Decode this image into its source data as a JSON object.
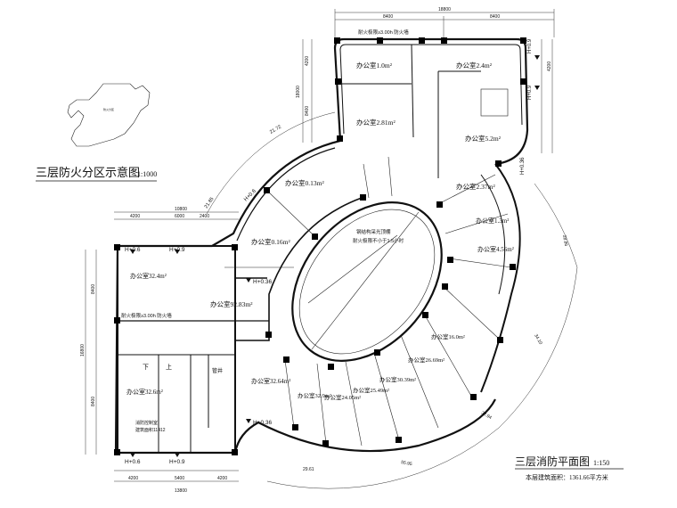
{
  "titles": {
    "key_plan_title": "三层防火分区示意图",
    "key_plan_scale": "1:1000",
    "main_title": "三层消防平面图",
    "main_scale": "1:150",
    "area_note": "本层建筑面积：1361.66平方米"
  },
  "rooms": [
    {
      "id": "r1",
      "label": "办公室1.0m²"
    },
    {
      "id": "r2",
      "label": "办公室2.4m²"
    },
    {
      "id": "r3",
      "label": "办公室2.81m²"
    },
    {
      "id": "r4",
      "label": "办公室5.2m²"
    },
    {
      "id": "r5",
      "label": "办公室0.13m²"
    },
    {
      "id": "r6",
      "label": "办公室2.37m²"
    },
    {
      "id": "r7",
      "label": "办公室0.16m²"
    },
    {
      "id": "r8",
      "label": "办公室1.3m²"
    },
    {
      "id": "r9",
      "label": "办公室4.56m²"
    },
    {
      "id": "r10",
      "label": "办公室32.4m²"
    },
    {
      "id": "r11",
      "label": "办公室92.83m²"
    },
    {
      "id": "r12",
      "label": "办公室32.6m²"
    },
    {
      "id": "r13",
      "label": "办公室32.64m²"
    },
    {
      "id": "r14",
      "label": "办公室32.9m²"
    },
    {
      "id": "r15",
      "label": "办公室24.05m²"
    },
    {
      "id": "r16",
      "label": "办公室25.49m²"
    },
    {
      "id": "r17",
      "label": "办公室30.39m²"
    },
    {
      "id": "r18",
      "label": "办公室26.69m²"
    },
    {
      "id": "r19",
      "label": "办公室16.0m²"
    }
  ],
  "notes": [
    {
      "id": "n1",
      "text": "耐火极限≥3.00h 防火墙"
    },
    {
      "id": "n2",
      "text": "耐火极限≥3.00h 防火墙"
    },
    {
      "id": "n3",
      "text": "钢结构采光顶棚"
    },
    {
      "id": "n4",
      "text": "耐火极限不小于1.5小时"
    },
    {
      "id": "n5",
      "text": "消防控制室"
    },
    {
      "id": "n6",
      "text": "建筑面积11412"
    }
  ],
  "elevations": [
    {
      "id": "e1",
      "text": "H+0.9"
    },
    {
      "id": "e2",
      "text": "H+0.9"
    },
    {
      "id": "e3",
      "text": "H+0.6"
    },
    {
      "id": "e4",
      "text": "H+0.9"
    },
    {
      "id": "e5",
      "text": "H+0.36"
    },
    {
      "id": "e6",
      "text": "H+0.36"
    },
    {
      "id": "e7",
      "text": "H+0.6"
    },
    {
      "id": "e8",
      "text": "H+0.9"
    },
    {
      "id": "e9",
      "text": "H+0.36"
    },
    {
      "id": "e10",
      "text": "H+0.6"
    }
  ],
  "dimensions": [
    {
      "id": "d1",
      "text": "18800"
    },
    {
      "id": "d2",
      "text": "8400"
    },
    {
      "id": "d3",
      "text": "8400"
    },
    {
      "id": "d4",
      "text": "18000"
    },
    {
      "id": "d5",
      "text": "4200"
    },
    {
      "id": "d6",
      "text": "8400"
    },
    {
      "id": "d7",
      "text": "4200"
    },
    {
      "id": "d8",
      "text": "13800"
    },
    {
      "id": "d9",
      "text": "4200"
    },
    {
      "id": "d10",
      "text": "5400"
    },
    {
      "id": "d11",
      "text": "4200"
    },
    {
      "id": "d12",
      "text": "8400"
    },
    {
      "id": "d13",
      "text": "8400"
    },
    {
      "id": "d14",
      "text": "16800"
    },
    {
      "id": "d15",
      "text": "21.72"
    },
    {
      "id": "d16",
      "text": "21.85"
    },
    {
      "id": "d17",
      "text": "28.86"
    },
    {
      "id": "d18",
      "text": "34.10"
    },
    {
      "id": "d19",
      "text": "32.94"
    },
    {
      "id": "d20",
      "text": "55.95"
    },
    {
      "id": "d21",
      "text": "29.61"
    },
    {
      "id": "d22",
      "text": "4200"
    },
    {
      "id": "d23",
      "text": "10800"
    },
    {
      "id": "d24",
      "text": "2400"
    },
    {
      "id": "d25",
      "text": "6000"
    }
  ],
  "misc": {
    "stair_up": "上",
    "stair_down": "下",
    "shaft": "管井",
    "keyplan_note": "防火分区"
  }
}
